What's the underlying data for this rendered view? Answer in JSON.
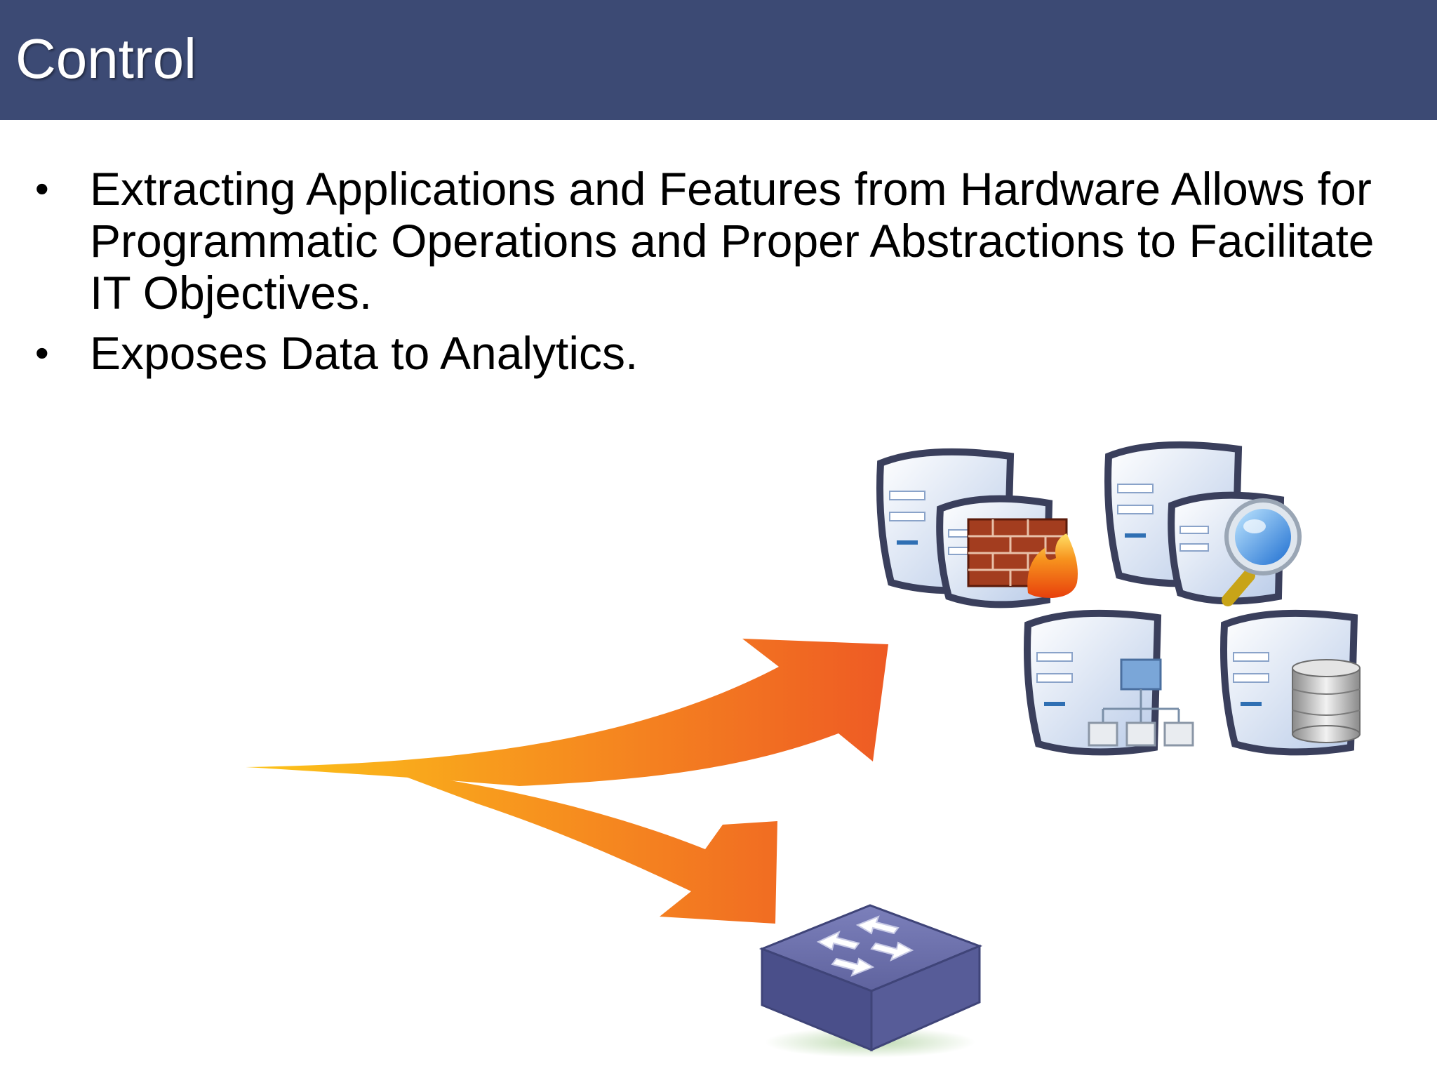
{
  "slide": {
    "title": "Control",
    "bullets": [
      "Extracting Applications and Features from Hardware Allows for Programmatic Operations and Proper Abstractions to Facilitate IT Objectives.",
      "Exposes Data to Analytics."
    ],
    "bullet_marker": "•"
  },
  "illustration": {
    "icons": [
      "firewall-server-icon",
      "search-server-icon",
      "network-server-icon",
      "database-server-icon",
      "network-switch-icon"
    ],
    "colors": {
      "header": "#3c4a74",
      "arrow_start": "#fcc419",
      "arrow_end": "#ee5a24",
      "switch": "#6a6fa8"
    }
  }
}
